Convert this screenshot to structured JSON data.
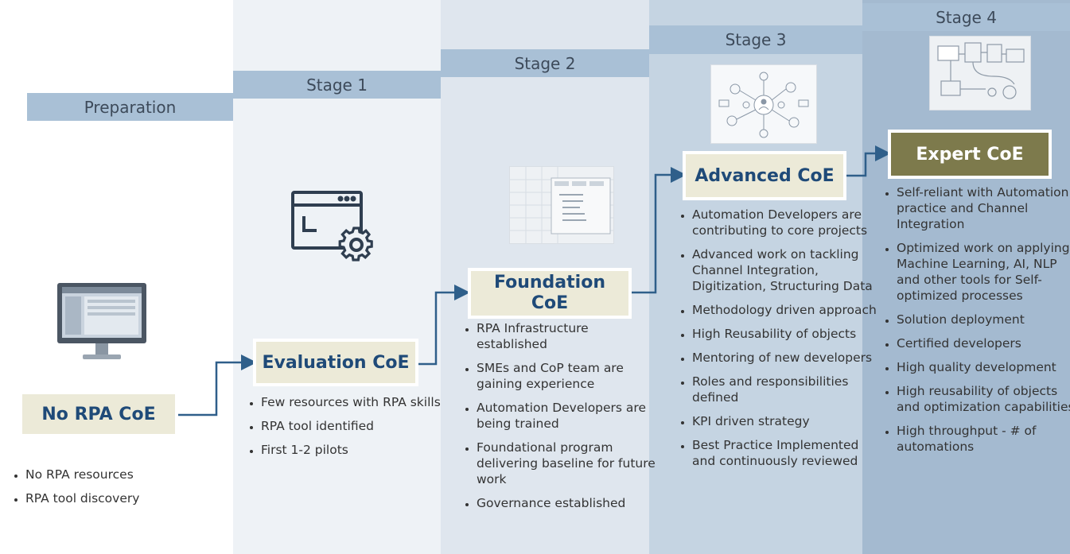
{
  "stages": {
    "preparation": "Preparation",
    "stage1": "Stage 1",
    "stage2": "Stage 2",
    "stage3": "Stage 3",
    "stage4": "Stage 4"
  },
  "coe": {
    "none": "No RPA CoE",
    "evaluation": "Evaluation CoE",
    "foundation_line1": "Foundation",
    "foundation_line2": "CoE",
    "advanced": "Advanced CoE",
    "expert": "Expert CoE"
  },
  "bullets": {
    "preparation": [
      "No RPA resources",
      "RPA tool discovery"
    ],
    "stage1": [
      "Few resources with RPA skills",
      "RPA tool identified",
      "First 1-2 pilots"
    ],
    "stage2": [
      "RPA Infrastructure established",
      "SMEs and CoP team are gaining experience",
      "Automation Developers are being trained",
      "Foundational program delivering baseline for future work",
      "Governance established"
    ],
    "stage3": [
      "Automation Developers are contributing to core projects",
      "Advanced work on tackling Channel Integration, Digitization, Structuring Data",
      "Methodology driven approach",
      "High Reusability of objects",
      "Mentoring of new developers",
      "Roles and responsibilities defined",
      "KPI driven strategy",
      "Best Practice Implemented and continuously reviewed"
    ],
    "stage4": [
      "Self-reliant with Automation practice and Channel Integration",
      "Optimized work on applying Machine Learning, AI, NLP and other tools for Self-optimized processes",
      "Solution deployment",
      "Certified developers",
      "High quality development",
      "High reusability of objects and optimization capabilities",
      "High throughput - # of automations"
    ]
  },
  "colors": {
    "stage_bar": "#a9c0d6",
    "col1": "#eef2f6",
    "col2": "#dfe6ee",
    "col3": "#c5d4e2",
    "col4": "#a4bad0",
    "coe_beige": "#ecead8",
    "coe_text": "#1f4a78",
    "expert_fill": "#7d7a4c",
    "connector": "#2f5f8a"
  },
  "icons": [
    "monitor-icon",
    "settings-window-icon",
    "diagram-screenshot-icon",
    "network-icon",
    "workflow-icon"
  ]
}
